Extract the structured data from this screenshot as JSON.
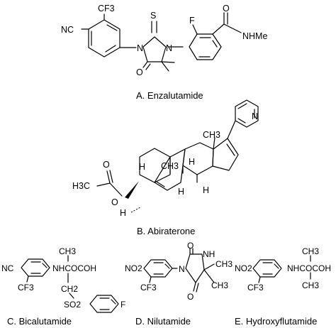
{
  "figure": {
    "enzalutamide": {
      "caption": "A. Enzalutamide",
      "atoms": {
        "cf3": "CF3",
        "nc": "NC",
        "s": "S",
        "n1": "N",
        "n2": "N",
        "o": "O",
        "f": "F",
        "o2": "O",
        "nhme": "NHMe"
      }
    },
    "abiraterone": {
      "caption": "B. Abiraterone",
      "atoms": {
        "n": "N",
        "ch3_top": "CH3",
        "ch3_mid": "CH3",
        "h1": "H",
        "h2": "H",
        "h3": "H",
        "h4": "H",
        "h3c": "H3C",
        "o1": "O",
        "o2": "O",
        "h_left": "H"
      }
    },
    "bicalutamide": {
      "caption": "C. Bicalutamide",
      "atoms": {
        "nc": "NC",
        "ch3": "CH3",
        "nhcocoh": "NHCOCOH",
        "cf3": "CF3",
        "ch2": "CH2",
        "so2": "SO2",
        "f": "F"
      }
    },
    "nilutamide": {
      "caption": "D. Nilutamide",
      "atoms": {
        "no2": "NO2",
        "o_top": "O",
        "nh": "NH",
        "n": "N",
        "cf3": "CF3",
        "ch3_a": "CH3",
        "ch3_b": "CH3",
        "o_bot": "O"
      }
    },
    "hydroxyflutamide": {
      "caption": "E. Hydroxyflutamide",
      "atoms": {
        "no2": "NO2",
        "ch3_top": "CH3",
        "nhcocoh": "NHCOCOH",
        "cf3": "CF3",
        "ch3_bot": "CH3"
      }
    }
  }
}
